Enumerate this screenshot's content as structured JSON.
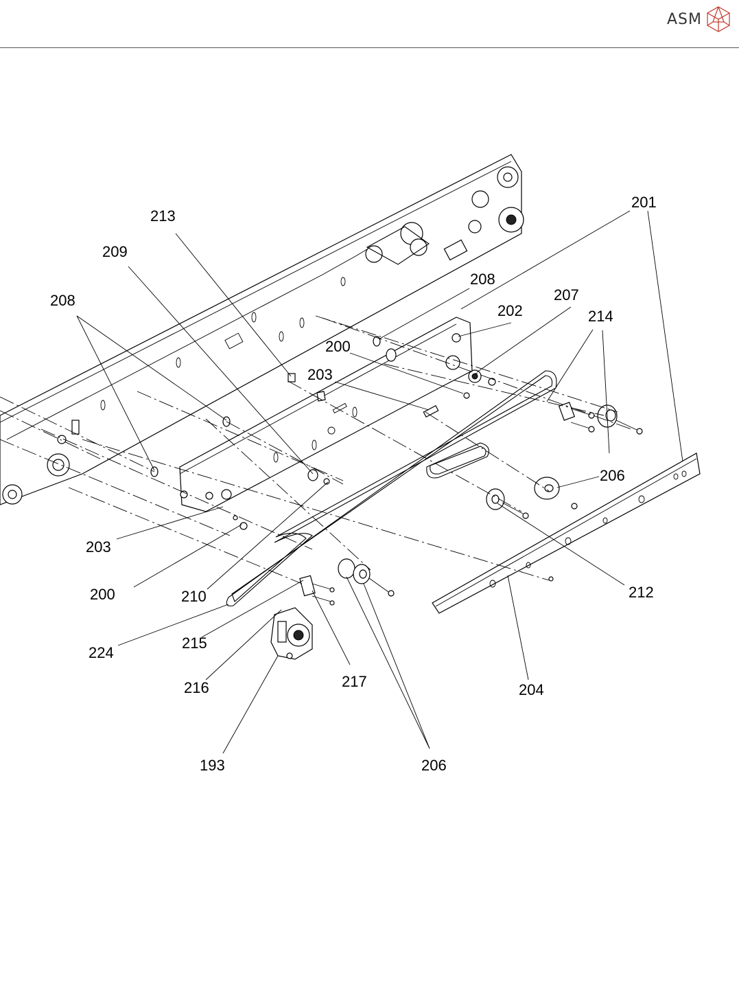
{
  "header": {
    "brand": "ASM",
    "logo_icon": "asm-cube-logo-icon"
  },
  "callouts": {
    "c213": "213",
    "c209": "209",
    "c208a": "208",
    "c208b": "208",
    "c201": "201",
    "c207": "207",
    "c202": "202",
    "c200a": "200",
    "c203a": "203",
    "c214": "214",
    "c206a": "206",
    "c203b": "203",
    "c200b": "200",
    "c210": "210",
    "c212": "212",
    "c224": "224",
    "c215": "215",
    "c216": "216",
    "c217": "217",
    "c204": "204",
    "c193": "193",
    "c206b": "206"
  }
}
